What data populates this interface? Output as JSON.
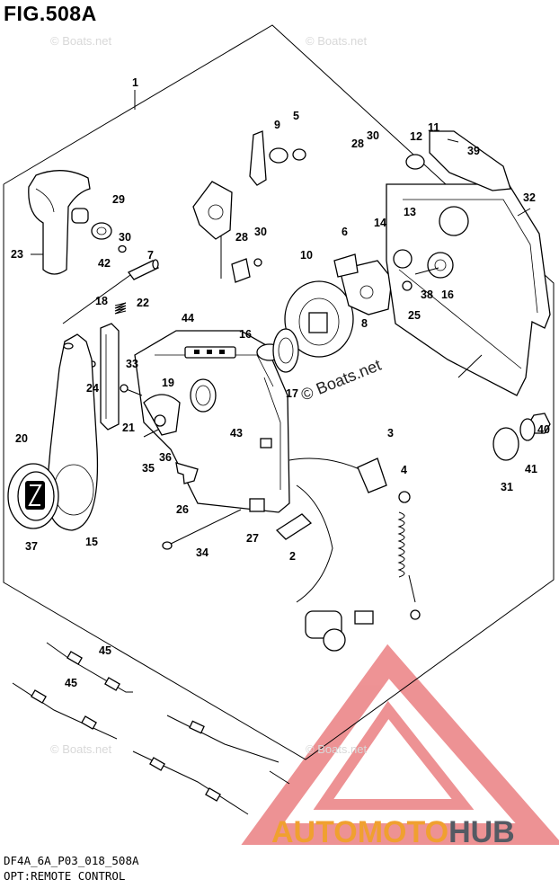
{
  "figure": {
    "title": "FIG.508A",
    "code": "DF4A_6A_P03_018_508A",
    "caption": "OPT:REMOTE CONTROL"
  },
  "watermarks": {
    "small": "© Boats.net",
    "large": "© Boats.net"
  },
  "brand": {
    "part1": "AUTOMOTO",
    "part2": "HUB",
    "accent_color": "#f0a030",
    "dark_color": "#555a63",
    "triangle_color": "#e03a3e"
  },
  "callouts": [
    "1",
    "9",
    "5",
    "28",
    "30",
    "12",
    "11",
    "39",
    "29",
    "32",
    "13",
    "14",
    "30",
    "42",
    "23",
    "7",
    "28",
    "30",
    "10",
    "6",
    "22",
    "18",
    "44",
    "16",
    "38",
    "16",
    "8",
    "25",
    "33",
    "24",
    "19",
    "17",
    "21",
    "20",
    "36",
    "35",
    "43",
    "3",
    "4",
    "40",
    "41",
    "31",
    "37",
    "15",
    "26",
    "27",
    "34",
    "2",
    "45",
    "45"
  ]
}
